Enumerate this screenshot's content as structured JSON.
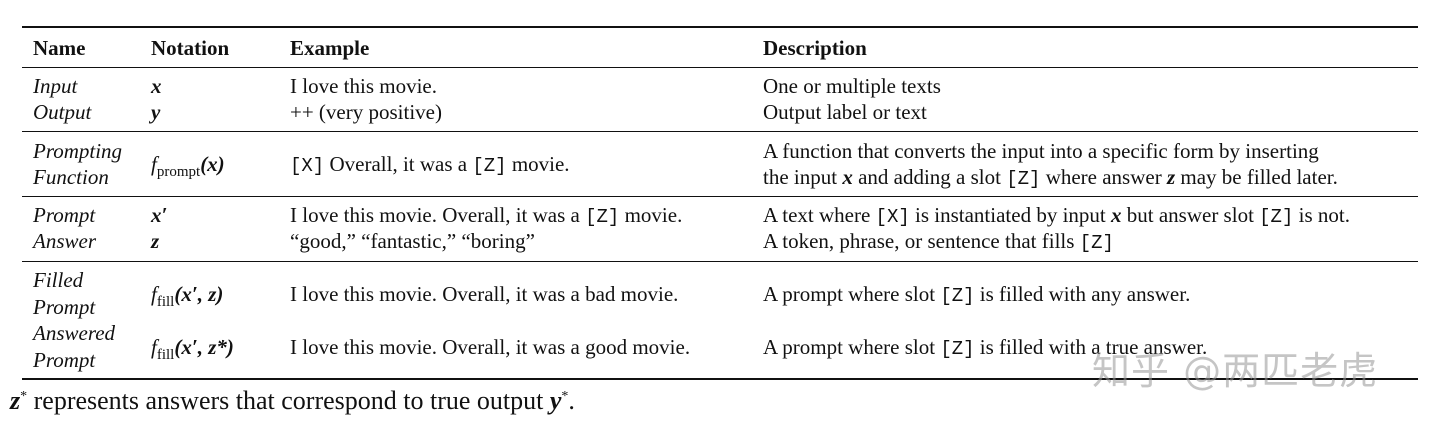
{
  "table": {
    "headers": [
      "Name",
      "Notation",
      "Example",
      "Description"
    ],
    "rows": [
      {
        "name": "Input",
        "notation_var": "x",
        "example": "I love this movie.",
        "description": "One or multiple texts"
      },
      {
        "name": "Output",
        "notation_var": "y",
        "example": "++ (very positive)",
        "description": "Output label or text"
      },
      {
        "name_line1": "Prompting",
        "name_line2": "Function",
        "notation_f": "f",
        "notation_sub": "prompt",
        "notation_arg": "(x)",
        "example_slot_x": "[X]",
        "example_mid": " Overall, it was a ",
        "example_slot_z": "[Z]",
        "example_end": " movie.",
        "desc_line1": "A function that converts the input into a specific form by inserting",
        "desc_line2_a": "the input ",
        "desc_line2_x": "x",
        "desc_line2_b": " and adding a slot ",
        "desc_line2_slot": "[Z]",
        "desc_line2_c": " where answer ",
        "desc_line2_z": "z",
        "desc_line2_d": " may be filled later."
      },
      {
        "name": "Prompt",
        "notation_var": "x′",
        "example_a": "I love this movie. Overall, it was a ",
        "example_slot": "[Z]",
        "example_b": " movie.",
        "desc_a": "A text where ",
        "desc_slot_x": "[X]",
        "desc_b": " is instantiated by input ",
        "desc_x": "x",
        "desc_c": " but answer slot ",
        "desc_slot_z": "[Z]",
        "desc_d": " is not."
      },
      {
        "name": "Answer",
        "notation_var": "z",
        "example": "“good,” “fantastic,” “boring”",
        "desc_a": "A token, phrase, or sentence that fills ",
        "desc_slot": "[Z]"
      },
      {
        "name_line1": "Filled",
        "name_line2": "Prompt",
        "notation_f": "f",
        "notation_sub": "fill",
        "notation_args": "(x′, z)",
        "example": "I love this movie. Overall, it was a bad movie.",
        "desc_a": "A prompt where slot ",
        "desc_slot": "[Z]",
        "desc_b": " is filled with any answer."
      },
      {
        "name_line1": "Answered",
        "name_line2": "Prompt",
        "notation_f": "f",
        "notation_sub": "fill",
        "notation_args": "(x′, z*)",
        "example": "I love this movie. Overall, it was a good movie.",
        "desc_a": "A prompt where slot ",
        "desc_slot": "[Z]",
        "desc_b": " is filled with a true answer."
      }
    ]
  },
  "footnote": {
    "var_z": "z",
    "star": "*",
    "text": " represents answers that correspond to true output ",
    "var_y": "y",
    "end": "."
  },
  "watermark": "知乎 @两匹老虎"
}
